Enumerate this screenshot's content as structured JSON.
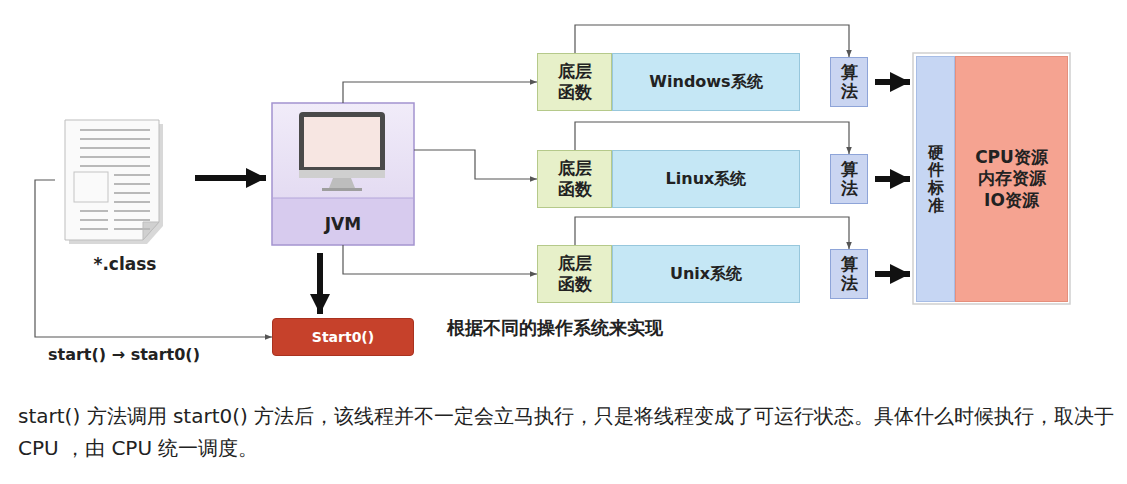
{
  "diagram": {
    "caption": "start() 方法调用 start0() 方法后，该线程并不一定会立马执行，只是将线程变成了可运行状态。具体什么时候执行，取决于 CPU ，由 CPU 统一调度。",
    "nodes": [
      {
        "text": [
          "*.class"
        ]
      },
      {
        "text": [
          "JVM"
        ]
      },
      {
        "text": [
          "Start0()"
        ]
      },
      {
        "text": [
          "底层 函数"
        ]
      },
      {
        "text": [
          "Windows系统"
        ]
      },
      {
        "text": [
          "算法"
        ]
      },
      {
        "text": [
          "底层 函数"
        ]
      },
      {
        "text": [
          "Linux系统"
        ]
      },
      {
        "text": [
          "算法"
        ]
      },
      {
        "text": [
          "底层 函数"
        ]
      },
      {
        "text": [
          "Unix系统"
        ]
      },
      {
        "text": [
          "算法"
        ]
      },
      {
        "text": [
          "硬件标准"
        ]
      },
      {
        "text": [
          "CPU资源 内存资源 IO资源"
        ]
      }
    ],
    "edges": [
      {
        "from": 0,
        "to": 1,
        "arrow": "to"
      },
      {
        "from": 0,
        "to": 2,
        "arrow": "to"
      },
      {
        "from": 1,
        "to": 2,
        "arrow": "to"
      },
      {
        "from": 1,
        "to": 3,
        "arrow": "to"
      },
      {
        "from": 1,
        "to": 6,
        "arrow": "to"
      },
      {
        "from": 1,
        "to": 9,
        "arrow": "to"
      },
      {
        "from": 3,
        "to": 5,
        "arrow": "to"
      },
      {
        "from": 6,
        "to": 8,
        "arrow": "to"
      },
      {
        "from": 9,
        "to": 11,
        "arrow": "to"
      },
      {
        "from": 5,
        "to": 12,
        "arrow": "to"
      },
      {
        "from": 8,
        "to": 12,
        "arrow": "to"
      },
      {
        "from": 11,
        "to": 12,
        "arrow": "to"
      }
    ],
    "labels": [
      "start() → start0()",
      "根据不同的操作系统来实现"
    ]
  }
}
